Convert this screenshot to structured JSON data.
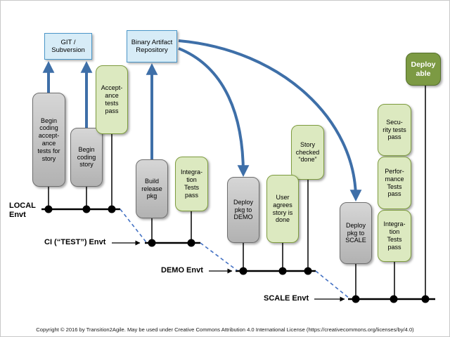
{
  "nodes": {
    "git": "GIT /\nSubversion",
    "binary": "Binary Artifact\nRepository",
    "deployable": "Deploy\nable",
    "begin_tests": "Begin\ncoding\naccept-\nance\ntests for\nstory",
    "begin_story": "Begin\ncoding\nstory",
    "acceptance": "Accept-\nance\ntests\npass",
    "build_pkg": "Build\nrelease\npkg",
    "integration_ci": "Integra-\ntion\nTests\npass",
    "deploy_demo": "Deploy\npkg to\nDEMO",
    "user_agrees": "User\nagrees\nstory is\ndone",
    "story_checked": "Story\nchecked\n“done”",
    "deploy_scale": "Deploy\npkg to\nSCALE",
    "security": "Secu-\nrity tests\npass",
    "performance": "Perfor-\nmance\nTests\npass",
    "integration_scale": "Integra-\ntion\nTests\npass"
  },
  "environments": {
    "local": "LOCAL\nEnvt",
    "ci": "CI (“TEST”) Envt",
    "demo": "DEMO Envt",
    "scale": "SCALE Envt"
  },
  "footer": "Copyright © 2016 by Transition2Agile. May be used under Creative Commons Attribution 4.0 International License (https://creativecommons.org/licenses/by/4.0)",
  "colors": {
    "repo_fill": "#d7ecf7",
    "repo_border": "#4a96c8",
    "task_fill": "#c2c2c2",
    "task_border": "#6e6e6e",
    "verify_fill": "#dce9c0",
    "verify_border": "#7e9c3f",
    "deployable_fill": "#7c9a43",
    "arrow_blue": "#3e6fa8",
    "dash_blue": "#4472c4",
    "timeline_black": "#000000"
  }
}
